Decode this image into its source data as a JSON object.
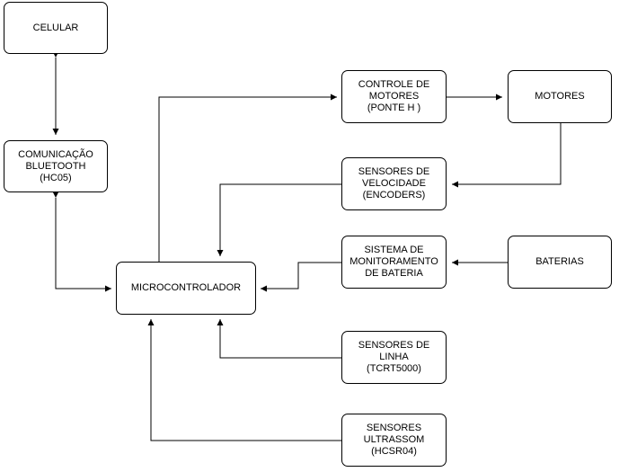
{
  "nodes": {
    "celular": [
      "CELULAR"
    ],
    "bluetooth": [
      "COMUNICAÇÃO",
      "BLUETOOTH",
      "(HC05)"
    ],
    "micro": [
      "MICROCONTROLADOR"
    ],
    "controle": [
      "CONTROLE DE",
      "MOTORES",
      "(PONTE H )"
    ],
    "motores": [
      "MOTORES"
    ],
    "velocidade": [
      "SENSORES DE",
      "VELOCIDADE",
      "(ENCODERS)"
    ],
    "monitoramento": [
      "SISTEMA DE",
      "MONITORAMENTO",
      "DE BATERIA"
    ],
    "baterias": [
      "BATERIAS"
    ],
    "linha": [
      "SENSORES DE",
      "LINHA",
      "(TCRT5000)"
    ],
    "ultrassom": [
      "SENSORES",
      "ULTRASSOM",
      "(HCSR04)"
    ]
  },
  "style": {
    "stroke": "#000000",
    "fill": "#ffffff"
  }
}
